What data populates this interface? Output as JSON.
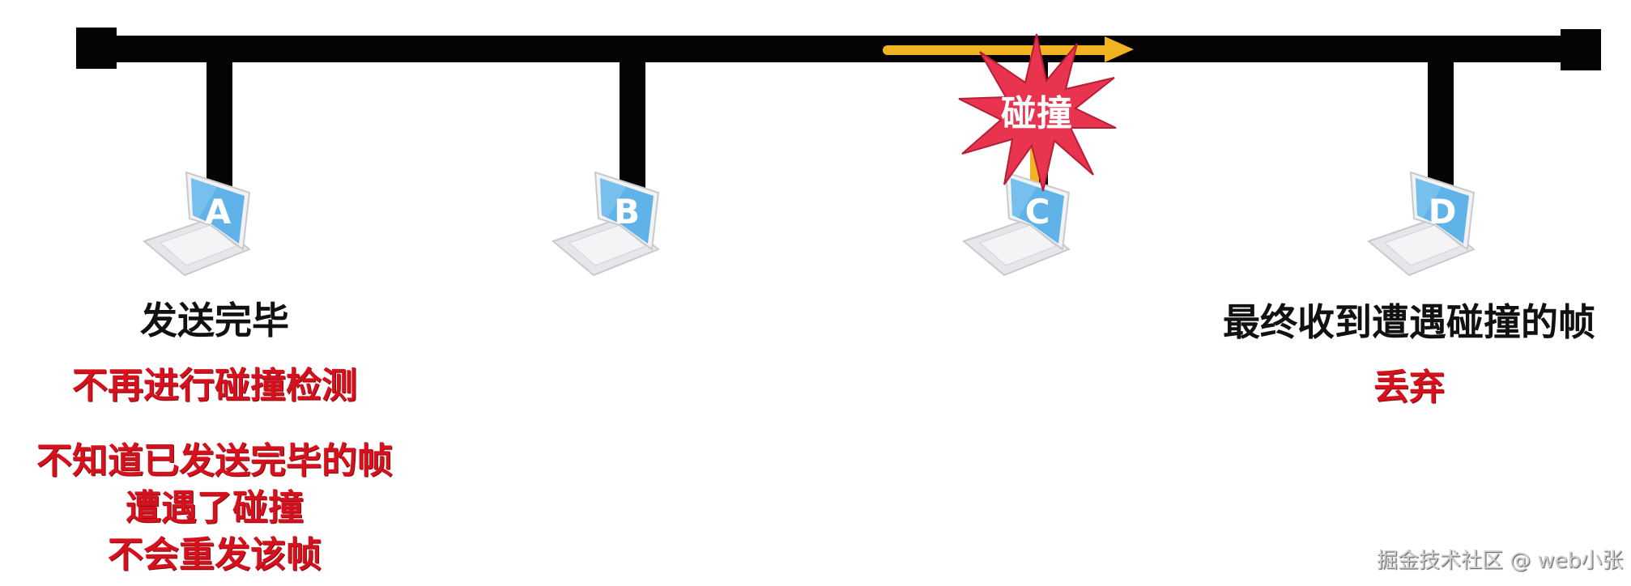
{
  "diagram": {
    "title": "CSMA/CD late collision on a shared bus",
    "bus": {
      "color": "#050306"
    },
    "signal_color": "#f2b322",
    "collision": {
      "label": "碰撞",
      "color": "#e8344f"
    },
    "nodes": [
      {
        "id": "A",
        "letter": "A"
      },
      {
        "id": "B",
        "letter": "B"
      },
      {
        "id": "C",
        "letter": "C"
      },
      {
        "id": "D",
        "letter": "D"
      }
    ],
    "annotations": {
      "a_status": "发送完毕",
      "a_notes": [
        "不再进行碰撞检测",
        "不知道已发送完毕的帧",
        "遭遇了碰撞",
        "不会重发该帧"
      ],
      "d_status": "最终收到遭遇碰撞的帧",
      "d_action": "丢弃"
    },
    "colors": {
      "black_text": "#111111",
      "red_text": "#d4111c",
      "screen_blue": "#5fb3e8"
    }
  },
  "watermark": "掘金技术社区 @ web小张"
}
